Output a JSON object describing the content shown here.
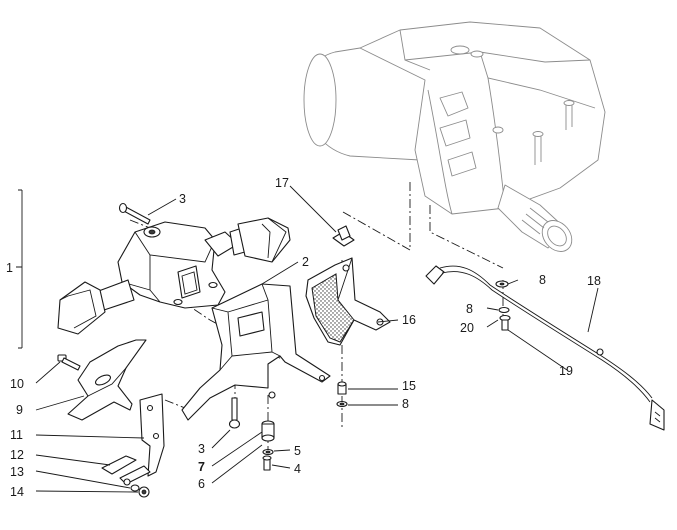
{
  "diagram": {
    "callouts": {
      "c1": "1",
      "c2": "2",
      "c3a": "3",
      "c3b": "3",
      "c4": "4",
      "c5": "5",
      "c6": "6",
      "c7": "7",
      "c8a": "8",
      "c8b": "8",
      "c8c": "8",
      "c9": "9",
      "c10": "10",
      "c11": "11",
      "c12": "12",
      "c13": "13",
      "c14": "14",
      "c15": "15",
      "c16": "16",
      "c17": "17",
      "c18": "18",
      "c19": "19",
      "c20": "20"
    }
  }
}
